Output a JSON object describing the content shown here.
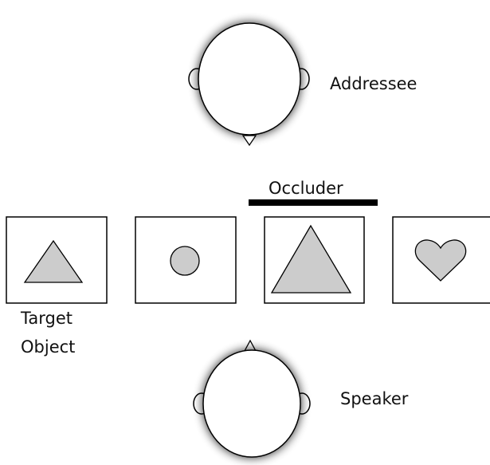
{
  "labels": {
    "addressee": "Addressee",
    "occluder": "Occluder",
    "target_line1": "Target",
    "target_line2": "Object",
    "speaker": "Speaker"
  },
  "objects": [
    {
      "shape": "triangle"
    },
    {
      "shape": "circle"
    },
    {
      "shape": "triangle-large"
    },
    {
      "shape": "heart"
    }
  ],
  "colors": {
    "shape_fill": "#cccccc",
    "outline": "#000000",
    "head_fill": "#ffffff",
    "occluder_bar": "#000000"
  }
}
